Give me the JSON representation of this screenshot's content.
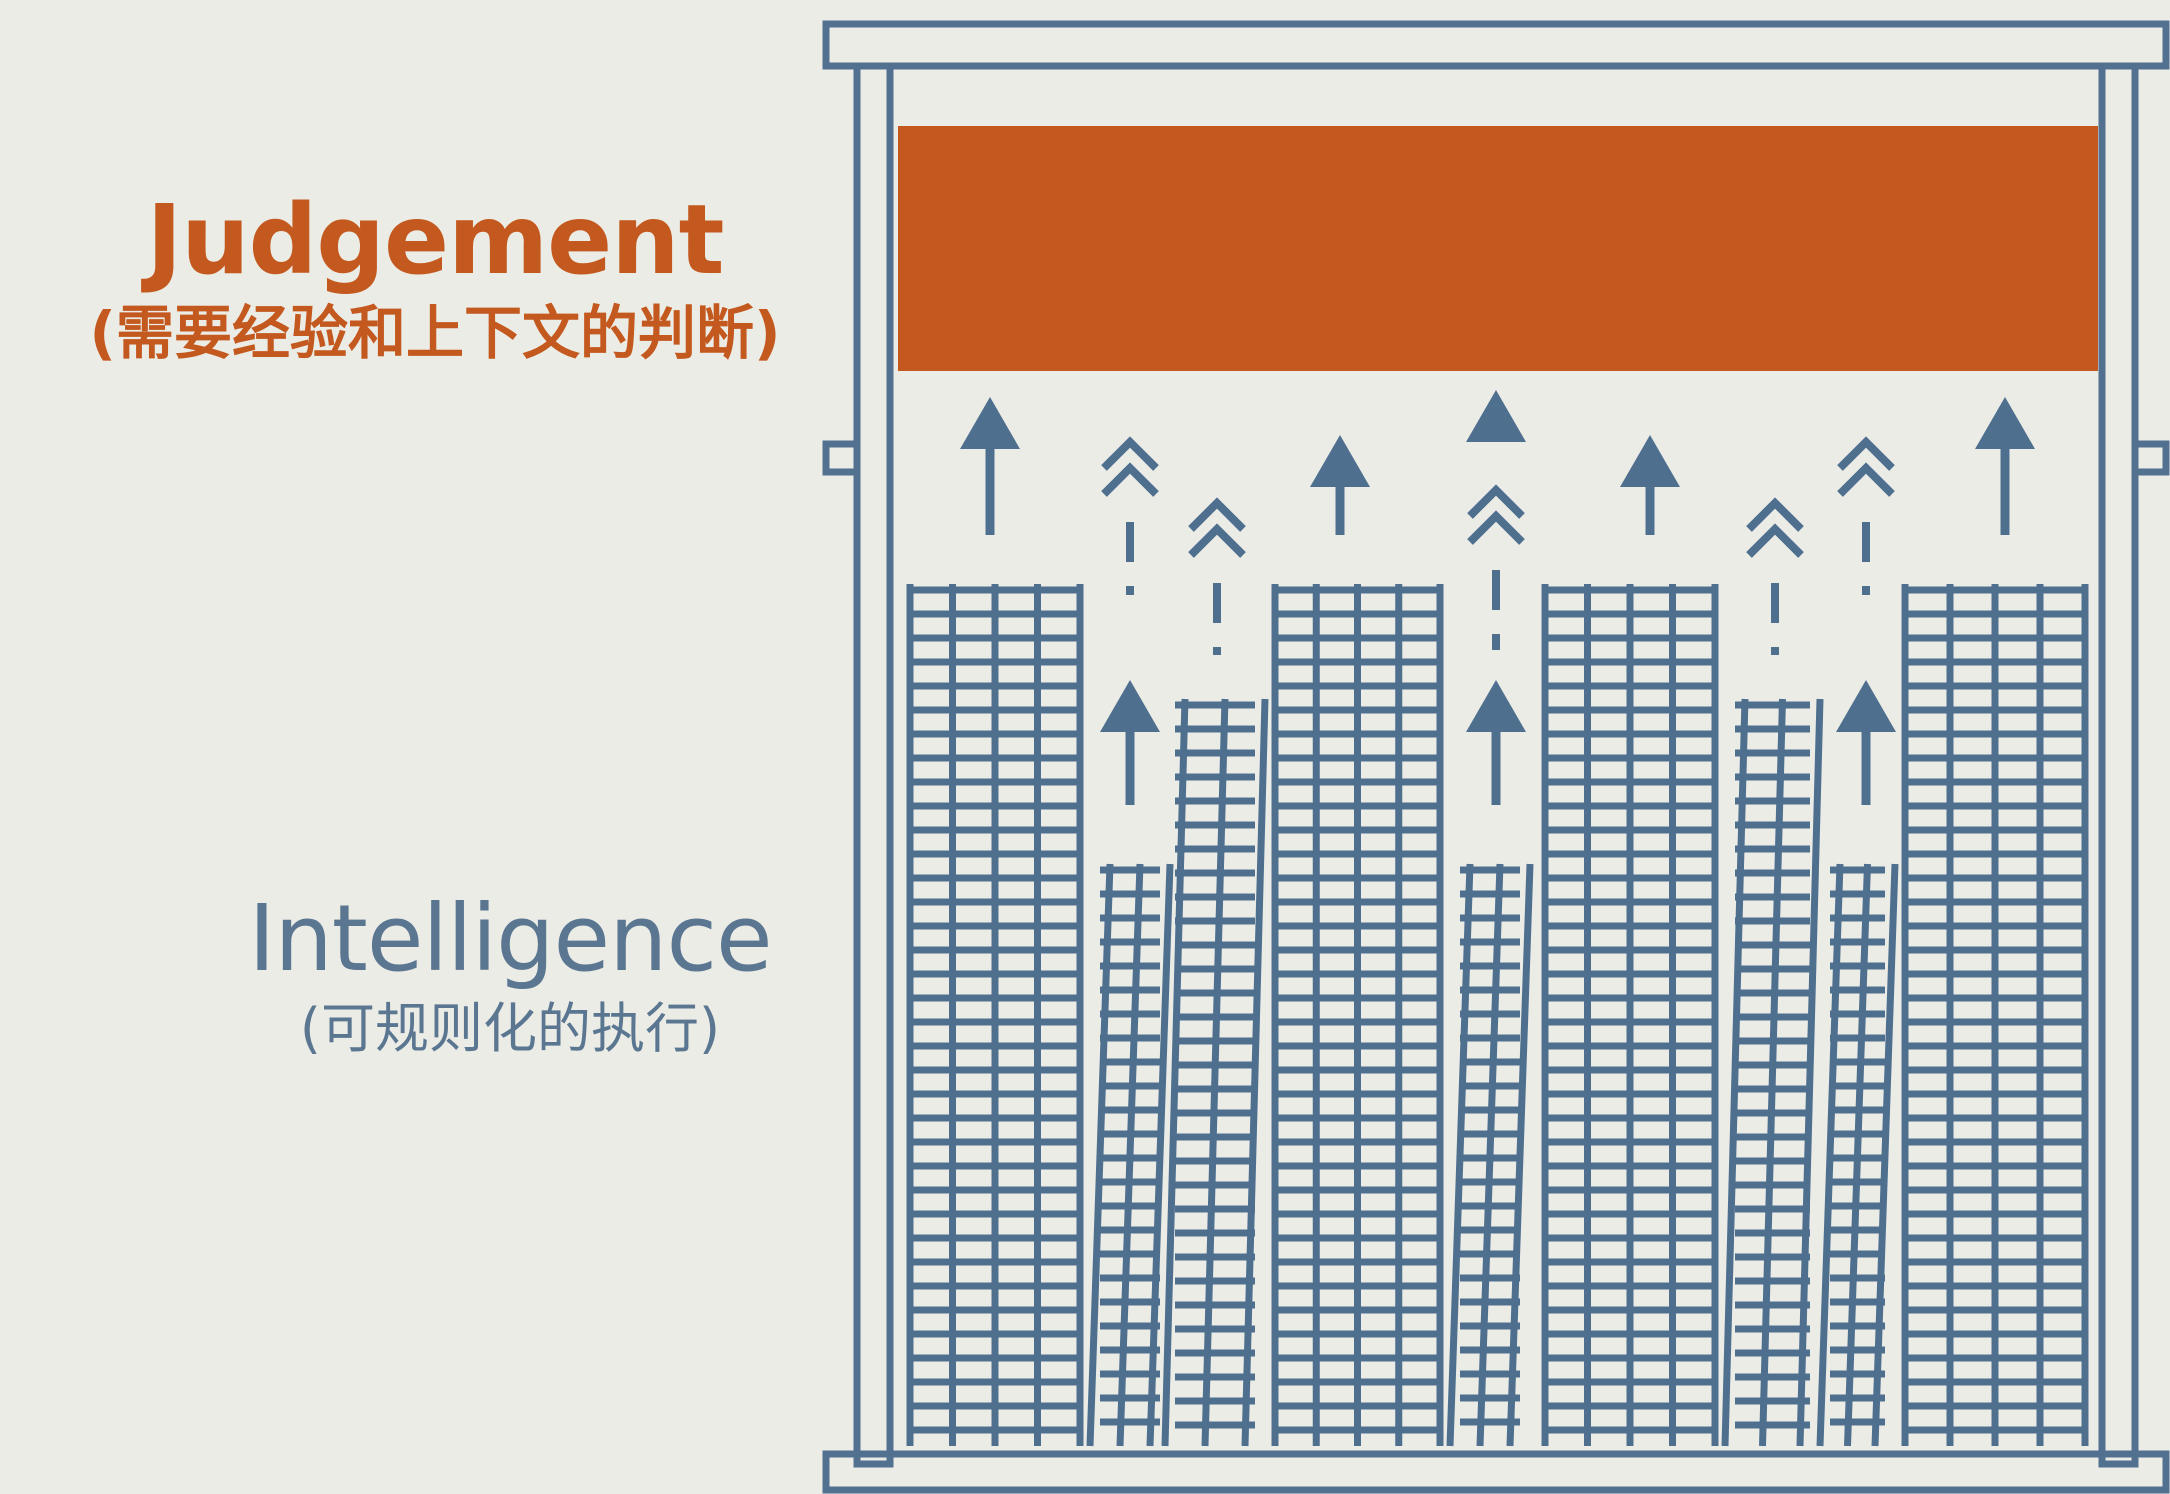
{
  "judgement": {
    "title": "Judgement",
    "subtitle": "(需要经验和上下文的判断)"
  },
  "intelligence": {
    "title": "Intelligence",
    "subtitle": "(可规则化的执行)"
  },
  "colors": {
    "background": "#ecece6",
    "judgement": "#c4591f",
    "intelligence": "#4f6f8f",
    "frame": "#52708f"
  },
  "diagram": {
    "upper_block": "solid orange bar",
    "lower_block": "columns of grid (#) blocks",
    "connectors": [
      "solid up arrow",
      "chevron with dashed line",
      "grid column"
    ]
  }
}
